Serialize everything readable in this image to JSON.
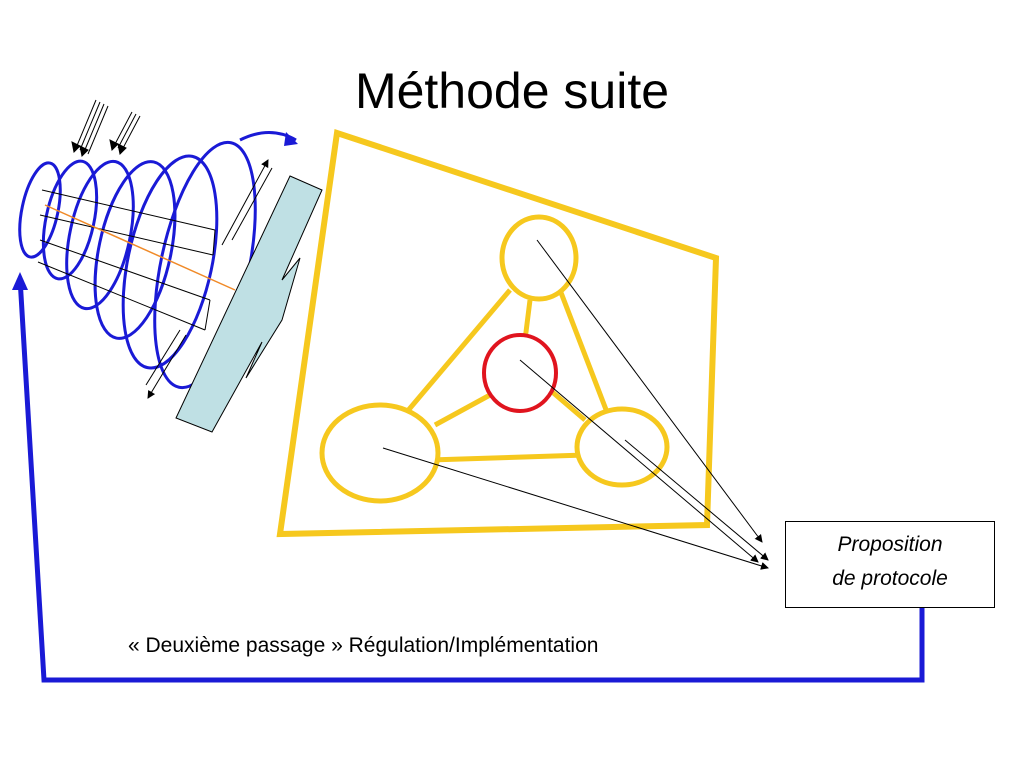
{
  "slide": {
    "title": "Méthode suite",
    "protocol_line1": "Proposition",
    "protocol_line2": "de protocole",
    "caption": "« Deuxième passage » Régulation/Implémentation"
  },
  "colors": {
    "frame": "#f6c81e",
    "spiral": "#1a1ad6",
    "highlight": "#e0141e",
    "panel": "#bfe0e4",
    "laser": "#f08a28",
    "feedback": "#1a1ad6"
  }
}
